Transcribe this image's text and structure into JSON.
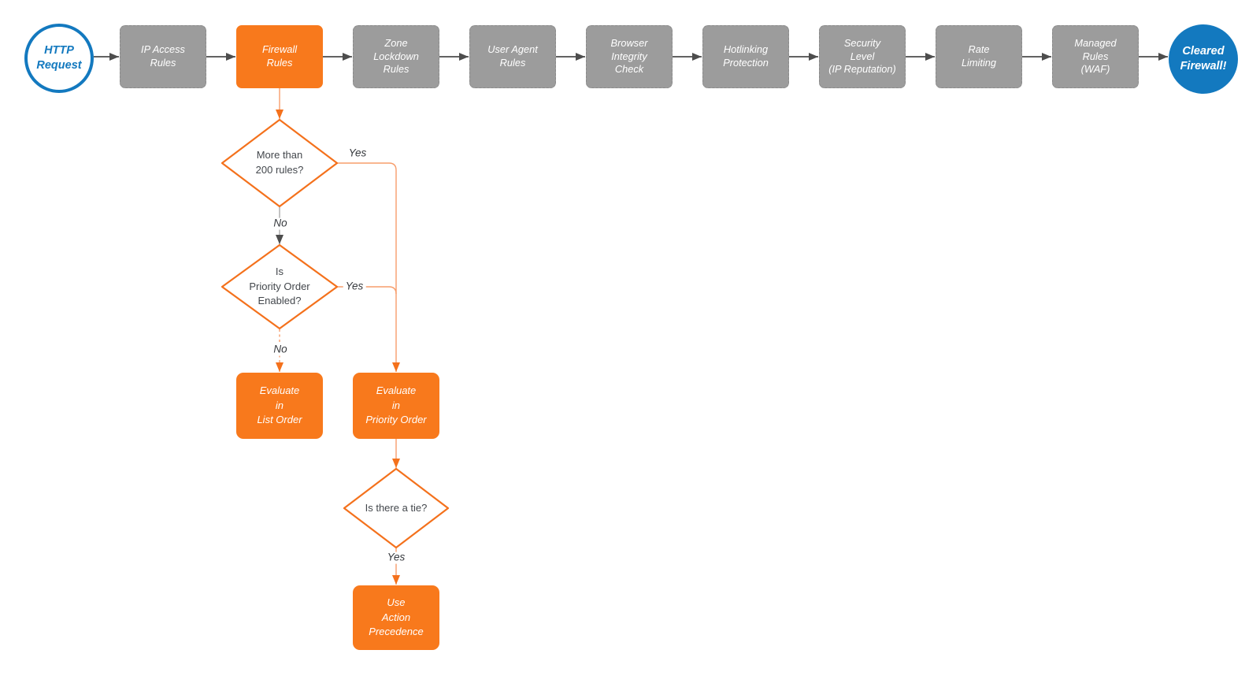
{
  "terminals": {
    "start": "HTTP\nRequest",
    "end": "Cleared\nFirewall!"
  },
  "flow": {
    "stages": [
      "IP Access\nRules",
      "Firewall\nRules",
      "Zone\nLockdown\nRules",
      "User Agent\nRules",
      "Browser\nIntegrity\nCheck",
      "Hotlinking\nProtection",
      "Security\nLevel\n(IP Reputation)",
      "Rate\nLimiting",
      "Managed\nRules\n(WAF)"
    ]
  },
  "decisions": {
    "more_than_200_rules": "More than\n200 rules?",
    "priority_order_enabled": "Is\nPriority Order\nEnabled?",
    "is_there_a_tie": "Is there a tie?"
  },
  "actions": {
    "list_order": "Evaluate\nin\nList Order",
    "priority_order": "Evaluate\nin\nPriority Order",
    "action_precedence": "Use\nAction\nPrecedence"
  },
  "edge_labels": {
    "d1_yes": "Yes",
    "d1_no": "No",
    "d2_yes": "Yes",
    "d2_no": "No",
    "d3_yes": "Yes"
  },
  "colors": {
    "accent_orange": "#F8791C",
    "connector_orange": "#F79D6B",
    "arrow_orange": "#F4711C",
    "node_gray": "#9C9C9C",
    "brand_blue": "#1379BF",
    "connector_dark": "#4D4D4D"
  }
}
